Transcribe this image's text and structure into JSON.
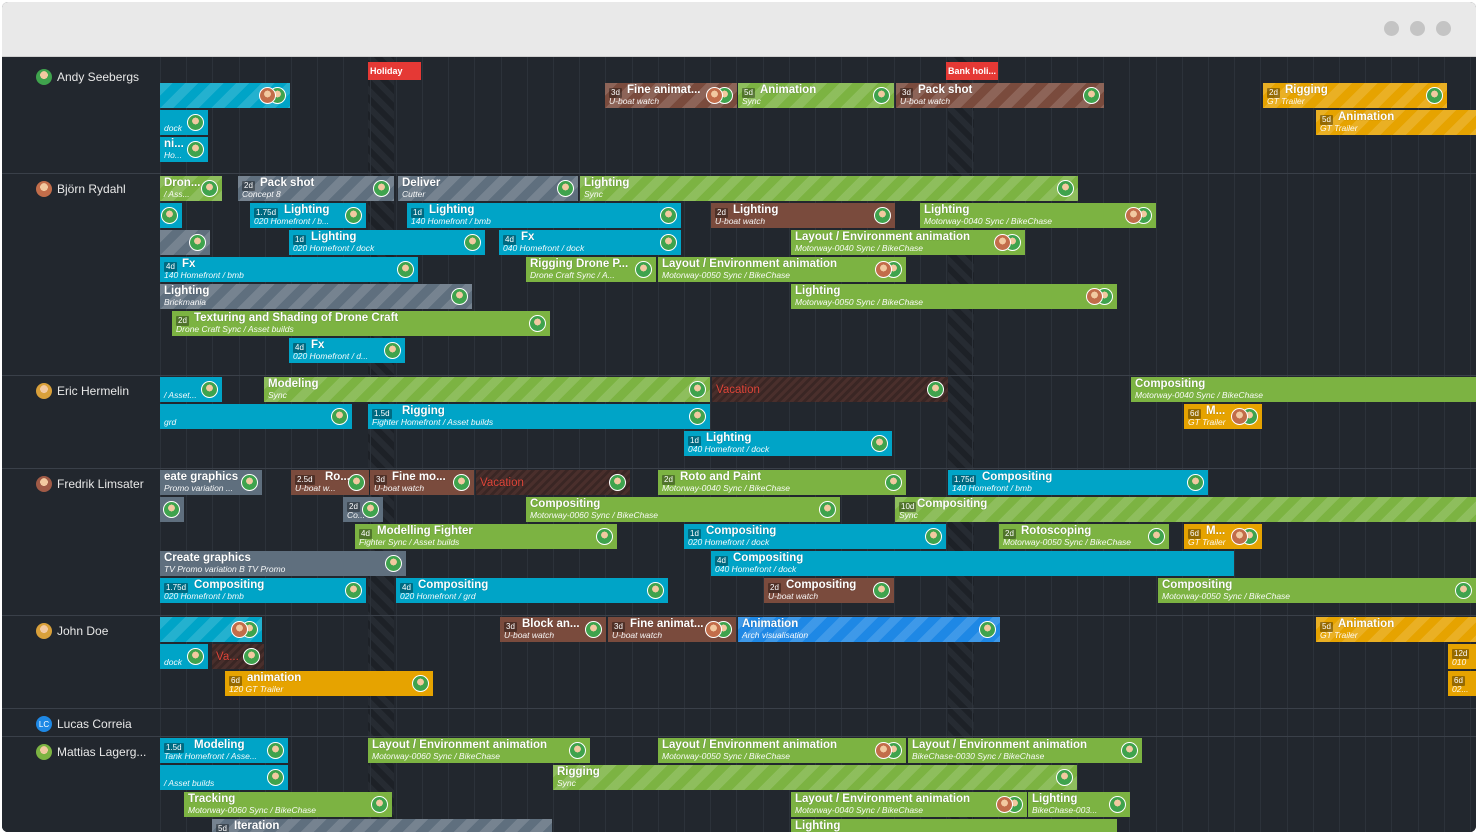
{
  "window": {
    "controls": [
      "window-dot-1",
      "window-dot-2",
      "window-dot-3"
    ]
  },
  "colors": {
    "cyan": "#00a4c7",
    "green": "#7cb342",
    "gray": "#5f6f7e",
    "brown": "#7a4b3d",
    "yellow": "#e6a300",
    "blue": "#1e88e5",
    "holiday": "#e53935"
  },
  "holidays": [
    {
      "label": "Holiday"
    },
    {
      "label": "Bank holi..."
    }
  ],
  "people": [
    {
      "name": "Andy Seebergs",
      "avatar": "#3fa34d"
    },
    {
      "name": "Björn Rydahl",
      "avatar": "#c26d4a"
    },
    {
      "name": "Eric Hermelin",
      "avatar": "#d9a03a"
    },
    {
      "name": "Fredrik Limsater",
      "avatar": "#a05a46"
    },
    {
      "name": "John Doe",
      "avatar": "#d9a03a"
    },
    {
      "name": "Lucas Correia",
      "avatar": "#1e88e5",
      "initials": "LC"
    },
    {
      "name": "Mattias Lagerg..."
    }
  ],
  "tasks": [
    {
      "c": "cyan",
      "st": true,
      "dur": "",
      "title": "",
      "sub": "",
      "av": 2
    },
    {
      "c": "brown",
      "st": true,
      "dur": "3d",
      "title": "Fine animat...",
      "sub": "U-boat watch",
      "av": 2
    },
    {
      "c": "green",
      "st": true,
      "dur": "5d",
      "title": "Animation",
      "sub": "Sync",
      "av": 1
    },
    {
      "c": "brown",
      "st": true,
      "dur": "3d",
      "title": "Pack shot",
      "sub": "U-boat watch",
      "av": 1
    },
    {
      "c": "yellow",
      "st": true,
      "dur": "2d",
      "title": "Rigging",
      "sub": "GT Trailer",
      "av": 1
    },
    {
      "c": "yellow",
      "st": true,
      "dur": "5d",
      "title": "Animation",
      "sub": "GT Trailer",
      "av": 0
    },
    {
      "c": "cyan",
      "dur": "",
      "title": "",
      "sub": "dock",
      "av": 1
    },
    {
      "c": "cyan",
      "dur": "",
      "title": "ni...",
      "sub": "Ho...",
      "av": 1
    },
    {
      "c": "green",
      "st": true,
      "dur": "",
      "title": "Dron...",
      "sub": "/ Ass...",
      "av": 1
    },
    {
      "c": "gray",
      "st": true,
      "dur": "2d",
      "title": "Pack shot",
      "sub": "Concept 8",
      "av": 1
    },
    {
      "c": "gray",
      "st": true,
      "dur": "",
      "title": "Deliver",
      "sub": "Cutter",
      "av": 1
    },
    {
      "c": "green",
      "st": true,
      "dur": "",
      "title": "Lighting",
      "sub": "Sync",
      "av": 1
    },
    {
      "c": "cyan",
      "dur": "",
      "title": "",
      "sub": "",
      "av": 1
    },
    {
      "c": "cyan",
      "dur": "1.75d",
      "title": "Lighting",
      "sub": "020   Homefront / b...",
      "av": 1
    },
    {
      "c": "cyan",
      "dur": "1d",
      "title": "Lighting",
      "sub": "140   Homefront / bmb",
      "av": 1
    },
    {
      "c": "brown",
      "dur": "2d",
      "title": "Lighting",
      "sub": "U-boat watch",
      "av": 1
    },
    {
      "c": "green",
      "dur": "",
      "title": "Lighting",
      "sub": "Motorway-0040   Sync / BikeChase",
      "av": 2
    },
    {
      "c": "gray",
      "st": true,
      "dur": "",
      "title": "",
      "sub": "",
      "av": 1
    },
    {
      "c": "cyan",
      "dur": "1d",
      "title": "Lighting",
      "sub": "020   Homefront / dock",
      "av": 1
    },
    {
      "c": "cyan",
      "dur": "4d",
      "title": "Fx",
      "sub": "040   Homefront / dock",
      "av": 1
    },
    {
      "c": "green",
      "dur": "",
      "title": "Layout / Environment animation",
      "sub": "Motorway-0040   Sync / BikeChase",
      "av": 2
    },
    {
      "c": "cyan",
      "dur": "4d",
      "title": "Fx",
      "sub": "140   Homefront / bmb",
      "av": 1
    },
    {
      "c": "green",
      "dur": "",
      "title": "Rigging Drone P...",
      "sub": "Drone Craft   Sync / A...",
      "av": 1
    },
    {
      "c": "green",
      "dur": "",
      "title": "Layout / Environment animation",
      "sub": "Motorway-0050   Sync / BikeChase",
      "av": 2
    },
    {
      "c": "gray",
      "st": true,
      "dur": "",
      "title": "Lighting",
      "sub": "Brickmania",
      "av": 1
    },
    {
      "c": "green",
      "dur": "",
      "title": "Lighting",
      "sub": "Motorway-0050   Sync / BikeChase",
      "av": 2
    },
    {
      "c": "green",
      "dur": "2d",
      "title": "Texturing and Shading of Drone Craft",
      "sub": "Drone Craft   Sync / Asset builds",
      "av": 1
    },
    {
      "c": "cyan",
      "dur": "4d",
      "title": "Fx",
      "sub": "020   Homefront / d...",
      "av": 1
    },
    {
      "c": "cyan",
      "dur": "",
      "title": "",
      "sub": "/ Asset...",
      "av": 1
    },
    {
      "c": "green",
      "st": true,
      "dur": "",
      "title": "Modeling",
      "sub": "Sync",
      "av": 1
    },
    {
      "c": "vac",
      "dur": "",
      "title": "Vacation",
      "sub": "",
      "av": 1
    },
    {
      "c": "green",
      "dur": "",
      "title": "Compositing",
      "sub": "Motorway-0040   Sync / BikeChase",
      "av": 0
    },
    {
      "c": "cyan",
      "dur": "",
      "title": "",
      "sub": "grd",
      "av": 1
    },
    {
      "c": "cyan",
      "dur": "1.5d",
      "title": "Rigging",
      "sub": "Fighter   Homefront / Asset builds",
      "av": 1
    },
    {
      "c": "yellow",
      "dur": "6d",
      "title": "M...",
      "sub": "GT Trailer",
      "av": 2
    },
    {
      "c": "cyan",
      "dur": "1d",
      "title": "Lighting",
      "sub": "040   Homefront / dock",
      "av": 1
    },
    {
      "c": "gray",
      "dur": "",
      "title": "eate graphics",
      "sub": "Promo variation ...",
      "av": 1
    },
    {
      "c": "brown",
      "dur": "2.5d",
      "title": "Ro...",
      "sub": "U-boat w...",
      "av": 1
    },
    {
      "c": "brown",
      "dur": "3d",
      "title": "Fine mo...",
      "sub": "U-boat watch",
      "av": 1
    },
    {
      "c": "vac",
      "dur": "",
      "title": "Vacation",
      "sub": "",
      "av": 1
    },
    {
      "c": "green",
      "dur": "2d",
      "title": "Roto and Paint",
      "sub": "Motorway-0040   Sync / BikeChase",
      "av": 1
    },
    {
      "c": "cyan",
      "dur": "1.75d",
      "title": "Compositing",
      "sub": "140   Homefront / bmb",
      "av": 1
    },
    {
      "c": "gray",
      "dur": "",
      "title": "",
      "sub": "",
      "av": 1
    },
    {
      "c": "gray",
      "dur": "2d",
      "title": "",
      "sub": "Co...",
      "av": 1
    },
    {
      "c": "green",
      "dur": "",
      "title": "Compositing",
      "sub": "Motorway-0060   Sync / BikeChase",
      "av": 1
    },
    {
      "c": "green",
      "st": true,
      "dur": "10d",
      "title": "Compositing",
      "sub": "Sync",
      "av": 0
    },
    {
      "c": "green",
      "dur": "4d",
      "title": "Modelling Fighter",
      "sub": "Fighter   Sync / Asset builds",
      "av": 1
    },
    {
      "c": "cyan",
      "dur": "1d",
      "title": "Compositing",
      "sub": "020   Homefront / dock",
      "av": 1
    },
    {
      "c": "green",
      "dur": "2d",
      "title": "Rotoscoping",
      "sub": "Motorway-0050   Sync / BikeChase",
      "av": 1
    },
    {
      "c": "yellow",
      "dur": "6d",
      "title": "M...",
      "sub": "GT Trailer",
      "av": 2
    },
    {
      "c": "gray",
      "dur": "",
      "title": "Create graphics",
      "sub": "TV Promo variation B   TV Promo",
      "av": 1
    },
    {
      "c": "cyan",
      "dur": "4d",
      "title": "Compositing",
      "sub": "040   Homefront / dock",
      "av": 0
    },
    {
      "c": "cyan",
      "dur": "1.75d",
      "title": "Compositing",
      "sub": "020   Homefront / bmb",
      "av": 1
    },
    {
      "c": "cyan",
      "dur": "4d",
      "title": "Compositing",
      "sub": "020   Homefront / grd",
      "av": 1
    },
    {
      "c": "brown",
      "dur": "2d",
      "title": "Compositing",
      "sub": "U-boat watch",
      "av": 1
    },
    {
      "c": "green",
      "dur": "",
      "title": "Compositing",
      "sub": "Motorway-0050   Sync / BikeChase",
      "av": 1
    },
    {
      "c": "cyan",
      "st": true,
      "dur": "",
      "title": "",
      "sub": "",
      "av": 2
    },
    {
      "c": "brown",
      "dur": "3d",
      "title": "Block an...",
      "sub": "U-boat watch",
      "av": 1
    },
    {
      "c": "brown",
      "dur": "3d",
      "title": "Fine animat...",
      "sub": "U-boat watch",
      "av": 2
    },
    {
      "c": "blue",
      "st": true,
      "dur": "",
      "title": "Animation",
      "sub": "Arch visualisation",
      "av": 1
    },
    {
      "c": "yellow",
      "st": true,
      "dur": "5d",
      "title": "Animation",
      "sub": "GT Trailer",
      "av": 0
    },
    {
      "c": "cyan",
      "dur": "",
      "title": "",
      "sub": "dock",
      "av": 1
    },
    {
      "c": "vac",
      "dur": "",
      "title": "Va...",
      "sub": "",
      "av": 1
    },
    {
      "c": "yellow",
      "dur": "12d",
      "title": "",
      "sub": "010",
      "av": 0
    },
    {
      "c": "yellow",
      "dur": "6d",
      "title": "animation",
      "sub": "120   GT Trailer",
      "av": 1
    },
    {
      "c": "yellow",
      "dur": "6d",
      "title": "",
      "sub": "02...",
      "av": 0
    },
    {
      "c": "cyan",
      "dur": "1.5d",
      "title": "Modeling",
      "sub": "Tank   Homefront / Asse...",
      "av": 1
    },
    {
      "c": "green",
      "dur": "",
      "title": "Layout / Environment animation",
      "sub": "Motorway-0060   Sync / BikeChase",
      "av": 1
    },
    {
      "c": "green",
      "dur": "",
      "title": "Layout / Environment animation",
      "sub": "Motorway-0050   Sync / BikeChase",
      "av": 2
    },
    {
      "c": "green",
      "dur": "",
      "title": "Layout / Environment animation",
      "sub": "BikeChase-0030   Sync / BikeChase",
      "av": 1
    },
    {
      "c": "cyan",
      "dur": "",
      "title": "",
      "sub": "/ Asset builds",
      "av": 1
    },
    {
      "c": "green",
      "st": true,
      "dur": "",
      "title": "Rigging",
      "sub": "Sync",
      "av": 1
    },
    {
      "c": "green",
      "dur": "",
      "title": "Tracking",
      "sub": "Motorway-0060   Sync / BikeChase",
      "av": 1
    },
    {
      "c": "green",
      "dur": "",
      "title": "Layout / Environment animation",
      "sub": "Motorway-0040   Sync / BikeChase",
      "av": 2
    },
    {
      "c": "green",
      "dur": "",
      "title": "Lighting",
      "sub": "BikeChase-003...",
      "av": 1
    },
    {
      "c": "gray",
      "st": true,
      "dur": "5d",
      "title": "Iteration",
      "sub": "",
      "av": 0
    },
    {
      "c": "green",
      "dur": "",
      "title": "Lighting",
      "sub": "",
      "av": 0
    }
  ]
}
